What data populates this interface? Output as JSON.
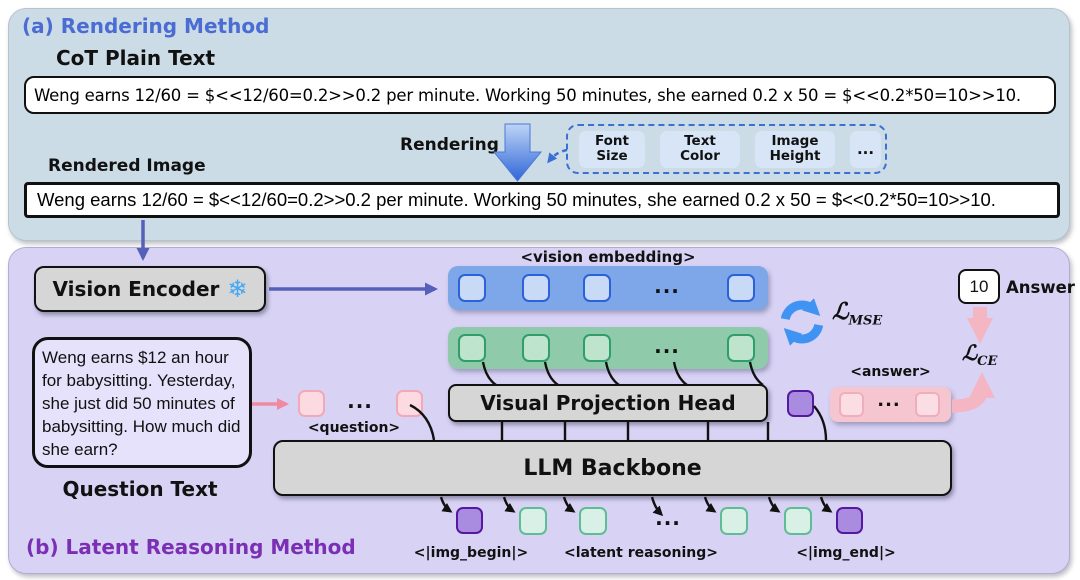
{
  "panel_a": {
    "title": "(a) Rendering Method",
    "cot_label": "CoT Plain Text",
    "cot_text": "Weng earns 12/60 = $<<12/60=0.2>>0.2 per minute. Working 50 minutes, she earned 0.2 x 50 = $<<0.2*50=10>>10.",
    "rendering_label": "Rendering",
    "params": [
      {
        "line1": "Font",
        "line2": "Size"
      },
      {
        "line1": "Text",
        "line2": "Color"
      },
      {
        "line1": "Image",
        "line2": "Height"
      }
    ],
    "params_more": "...",
    "rendered_label": "Rendered Image",
    "rendered_text": "Weng earns 12/60 = $<<12/60=0.2>>0.2 per minute. Working 50 minutes, she earned 0.2 x 50 = $<<0.2*50=10>>10."
  },
  "panel_b": {
    "title": "(b) Latent Reasoning Method",
    "vision_encoder": "Vision Encoder",
    "snowflake": "❄",
    "vision_embedding_label": "<vision embedding>",
    "projection_head": "Visual Projection Head",
    "llm_backbone": "LLM Backbone",
    "question_text": "Weng earns $12 an hour for babysitting. Yesterday, she just did 50 minutes of babysitting. How much did she earn?",
    "question_caption": "Question Text",
    "question_token_label": "<question>",
    "answer_token_label": "<answer>",
    "answer_value": "10",
    "answer_caption": "Answer",
    "loss_mse": {
      "symbol": "ℒ",
      "sub": "MSE"
    },
    "loss_ce": {
      "symbol": "ℒ",
      "sub": "CE"
    },
    "img_begin": "<|img_begin|>",
    "latent_reasoning": "<latent reasoning>",
    "img_end": "<|img_end|>",
    "ellipsis": "..."
  },
  "colors": {
    "panel_a_bg": "#ccdce6",
    "panel_b_bg": "#d8d3f5",
    "title_a": "#4a6cd3",
    "title_b": "#7b2fb4",
    "blue_bar": "#7da7e8",
    "green_bar": "#8fcbaa",
    "answer_bar": "#f5c6cf",
    "purple_token": "#a98ce0",
    "mint_token": "#d9f0e7",
    "gray_box": "#d6d6d6",
    "arrow_indigo": "#5560b8",
    "loss_arrow_blue": "#3f93f3",
    "pink_arrow": "#f4b6c3"
  }
}
